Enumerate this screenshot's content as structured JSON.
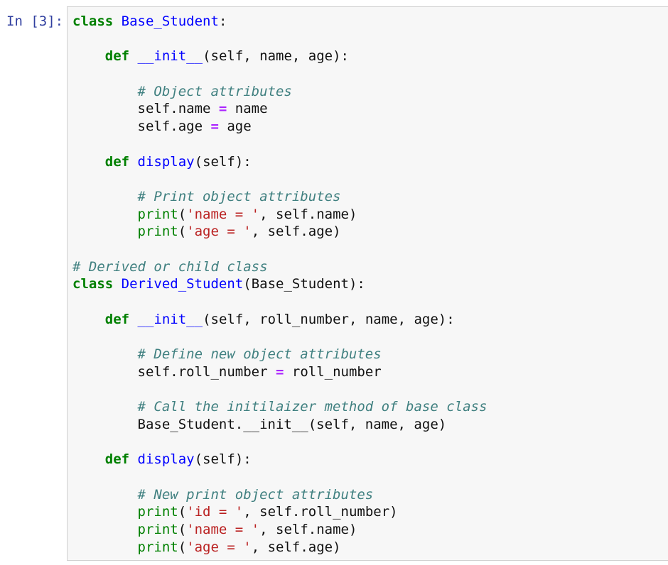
{
  "notebook": {
    "cell": {
      "prompt": "In [3]:",
      "lines": [
        [
          {
            "t": "class",
            "c": "kw"
          },
          {
            "t": " "
          },
          {
            "t": "Base_Student",
            "c": "def"
          },
          {
            "t": ":"
          }
        ],
        [],
        [
          {
            "t": "    "
          },
          {
            "t": "def",
            "c": "kw"
          },
          {
            "t": " "
          },
          {
            "t": "__init__",
            "c": "def"
          },
          {
            "t": "(self, name, age):"
          }
        ],
        [],
        [
          {
            "t": "        "
          },
          {
            "t": "# Object attributes",
            "c": "cm"
          }
        ],
        [
          {
            "t": "        self.name "
          },
          {
            "t": "=",
            "c": "op"
          },
          {
            "t": " name"
          }
        ],
        [
          {
            "t": "        self.age "
          },
          {
            "t": "=",
            "c": "op"
          },
          {
            "t": " age"
          }
        ],
        [],
        [
          {
            "t": "    "
          },
          {
            "t": "def",
            "c": "kw"
          },
          {
            "t": " "
          },
          {
            "t": "display",
            "c": "def"
          },
          {
            "t": "(self):"
          }
        ],
        [],
        [
          {
            "t": "        "
          },
          {
            "t": "# Print object attributes",
            "c": "cm"
          }
        ],
        [
          {
            "t": "        "
          },
          {
            "t": "print",
            "c": "bi"
          },
          {
            "t": "("
          },
          {
            "t": "'name = '",
            "c": "st"
          },
          {
            "t": ", self.name)"
          }
        ],
        [
          {
            "t": "        "
          },
          {
            "t": "print",
            "c": "bi"
          },
          {
            "t": "("
          },
          {
            "t": "'age = '",
            "c": "st"
          },
          {
            "t": ", self.age)"
          }
        ],
        [],
        [
          {
            "t": "# Derived or child class",
            "c": "cm"
          }
        ],
        [
          {
            "t": "class",
            "c": "kw"
          },
          {
            "t": " "
          },
          {
            "t": "Derived_Student",
            "c": "def"
          },
          {
            "t": "(Base_Student):"
          }
        ],
        [],
        [
          {
            "t": "    "
          },
          {
            "t": "def",
            "c": "kw"
          },
          {
            "t": " "
          },
          {
            "t": "__init__",
            "c": "def"
          },
          {
            "t": "(self, roll_number, name, age):"
          }
        ],
        [],
        [
          {
            "t": "        "
          },
          {
            "t": "# Define new object attributes",
            "c": "cm"
          }
        ],
        [
          {
            "t": "        self.roll_number "
          },
          {
            "t": "=",
            "c": "op"
          },
          {
            "t": " roll_number"
          }
        ],
        [],
        [
          {
            "t": "        "
          },
          {
            "t": "# Call the initilaizer method of base class",
            "c": "cm"
          }
        ],
        [
          {
            "t": "        Base_Student.__init__(self, name, age)"
          }
        ],
        [],
        [
          {
            "t": "    "
          },
          {
            "t": "def",
            "c": "kw"
          },
          {
            "t": " "
          },
          {
            "t": "display",
            "c": "def"
          },
          {
            "t": "(self):"
          }
        ],
        [],
        [
          {
            "t": "        "
          },
          {
            "t": "# New print object attributes",
            "c": "cm"
          }
        ],
        [
          {
            "t": "        "
          },
          {
            "t": "print",
            "c": "bi"
          },
          {
            "t": "("
          },
          {
            "t": "'id = '",
            "c": "st"
          },
          {
            "t": ", self.roll_number)"
          }
        ],
        [
          {
            "t": "        "
          },
          {
            "t": "print",
            "c": "bi"
          },
          {
            "t": "("
          },
          {
            "t": "'name = '",
            "c": "st"
          },
          {
            "t": ", self.name)"
          }
        ],
        [
          {
            "t": "        "
          },
          {
            "t": "print",
            "c": "bi"
          },
          {
            "t": "("
          },
          {
            "t": "'age = '",
            "c": "st"
          },
          {
            "t": ", self.age)"
          }
        ]
      ]
    }
  },
  "colors": {
    "keyword": "#008000",
    "definition_name": "#0000ff",
    "comment": "#408080",
    "string": "#ba2121",
    "operator": "#aa22ff",
    "prompt": "#303F9F",
    "cell_background": "#f7f7f7",
    "cell_border": "#cfcfcf"
  }
}
